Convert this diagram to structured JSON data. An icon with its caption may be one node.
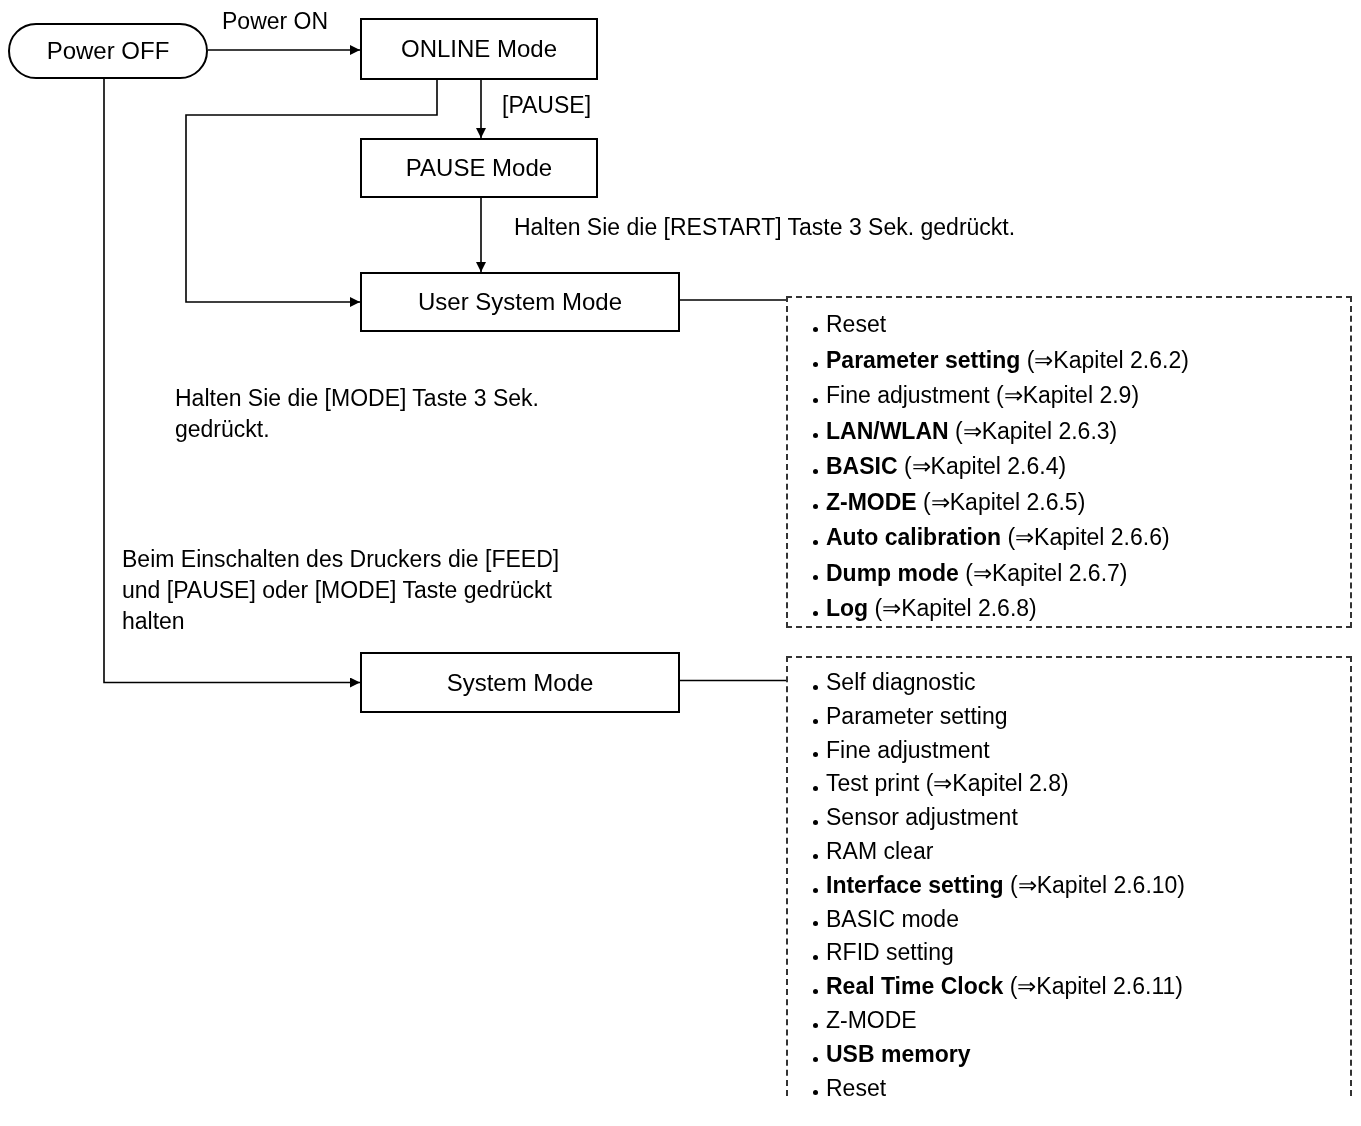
{
  "diagram": {
    "nodes": [
      {
        "text": [
          "Power OFF"
        ]
      },
      {
        "text": [
          "ONLINE Mode"
        ]
      },
      {
        "text": [
          "PAUSE Mode"
        ]
      },
      {
        "text": [
          "User System Mode"
        ]
      },
      {
        "text": [
          "System Mode"
        ]
      },
      {
        "text": [
          "Reset",
          "**Parameter setting** (⇒Kapitel 2.6.2)",
          "Fine adjustment (⇒Kapitel 2.9)",
          "**LAN/WLAN** (⇒Kapitel 2.6.3)",
          "**BASIC** (⇒Kapitel 2.6.4)",
          "**Z-MODE** (⇒Kapitel 2.6.5)",
          "**Auto calibration** (⇒Kapitel 2.6.6)",
          "**Dump mode** (⇒Kapitel 2.6.7)",
          "**Log** (⇒Kapitel 2.6.8)"
        ]
      },
      {
        "text": [
          "Self diagnostic",
          "Parameter setting",
          "Fine adjustment",
          "Test print (⇒Kapitel 2.8)",
          "Sensor adjustment",
          "RAM clear",
          "**Interface setting** (⇒Kapitel 2.6.10)",
          "BASIC mode",
          "RFID setting",
          "**Real Time Clock** (⇒Kapitel 2.6.11)",
          "Z-MODE",
          "**USB memory**",
          "Reset"
        ]
      }
    ],
    "edges": [
      {
        "from": 0,
        "to": 1,
        "arrow": "to",
        "label": "Power ON"
      },
      {
        "from": 1,
        "to": 2,
        "arrow": "to",
        "label": "[PAUSE]"
      },
      {
        "from": 2,
        "to": 3,
        "arrow": "to",
        "label": "Halten Sie die [RESTART] Taste 3 Sek. gedrückt."
      },
      {
        "from": 1,
        "to": 3,
        "arrow": "to",
        "label": "Halten Sie die [MODE] Taste 3 Sek. gedrückt."
      },
      {
        "from": 0,
        "to": 4,
        "arrow": "to",
        "label": "Beim Einschalten des Druckers die [FEED] und [PAUSE] oder [MODE] Taste gedrückt halten"
      },
      {
        "from": 3,
        "to": 5,
        "arrow": "none"
      },
      {
        "from": 4,
        "to": 6,
        "arrow": "none"
      }
    ]
  }
}
